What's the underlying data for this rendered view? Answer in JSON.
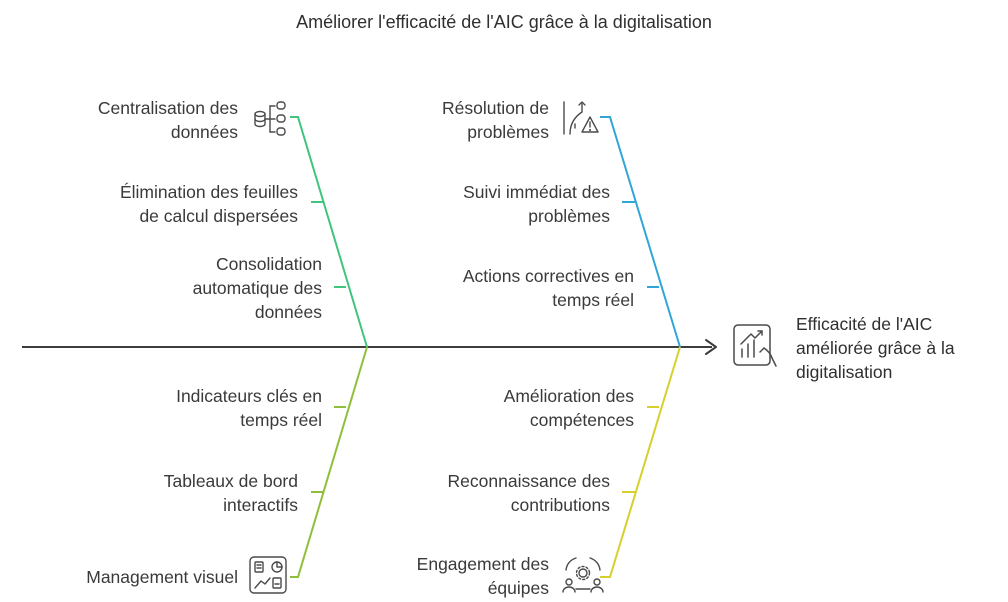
{
  "title": "Améliorer l'efficacité de l'AIC grâce à la digitalisation",
  "effect": {
    "lines": [
      "Efficacité de l'AIC",
      "améliorée grâce à la",
      "digitalisation"
    ],
    "icon": "chart-analysis-icon"
  },
  "colors": {
    "spine": "#3d3d3d",
    "branch_top_left": "#3fc57e",
    "branch_top_right": "#2fa6d6",
    "branch_bottom_left": "#8fbf3a",
    "branch_bottom_right": "#d6cf2e",
    "icon": "#4a4a4a"
  },
  "branches": {
    "top_left": {
      "items": [
        {
          "lines": [
            "Centralisation des",
            "données"
          ],
          "icon": "data-centralization-icon"
        },
        {
          "lines": [
            "Élimination des feuilles",
            "de calcul dispersées"
          ]
        },
        {
          "lines": [
            "Consolidation",
            "automatique des",
            "données"
          ]
        }
      ]
    },
    "top_right": {
      "items": [
        {
          "lines": [
            "Résolution de",
            "problèmes"
          ],
          "icon": "problem-resolution-icon"
        },
        {
          "lines": [
            "Suivi immédiat des",
            "problèmes"
          ]
        },
        {
          "lines": [
            "Actions correctives en",
            "temps réel"
          ]
        }
      ]
    },
    "bottom_left": {
      "items": [
        {
          "lines": [
            "Indicateurs clés en",
            "temps réel"
          ]
        },
        {
          "lines": [
            "Tableaux de bord",
            "interactifs"
          ]
        },
        {
          "lines": [
            "Management visuel"
          ],
          "icon": "visual-dashboard-icon"
        }
      ]
    },
    "bottom_right": {
      "items": [
        {
          "lines": [
            "Amélioration des",
            "compétences"
          ]
        },
        {
          "lines": [
            "Reconnaissance des",
            "contributions"
          ]
        },
        {
          "lines": [
            "Engagement des",
            "équipes"
          ],
          "icon": "team-engagement-icon"
        }
      ]
    }
  }
}
